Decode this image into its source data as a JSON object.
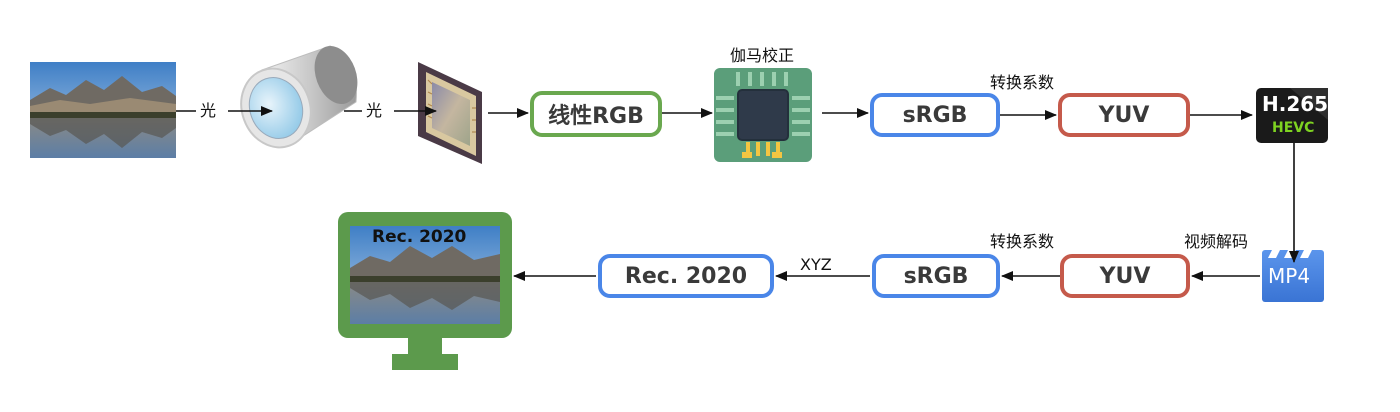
{
  "nodes": {
    "linear_rgb": "线性RGB",
    "srgb_top": "sRGB",
    "yuv_top": "YUV",
    "hevc_title": "H.265",
    "hevc_sub": "HEVC",
    "mp4": "MP4",
    "yuv_bottom": "YUV",
    "srgb_bottom": "sRGB",
    "rec2020_box": "Rec. 2020",
    "monitor_caption": "Rec. 2020"
  },
  "labels": {
    "light_1": "光",
    "light_2": "光",
    "gamma": "伽马校正",
    "convert_top": "转换系数",
    "decode": "视频解码",
    "convert_bottom": "转换系数",
    "xyz": "XYZ"
  },
  "icons": {
    "photo": "landscape-photo-icon",
    "lens": "camera-lens-icon",
    "sensor": "image-sensor-icon",
    "chip": "isp-chip-icon",
    "hevc": "hevc-codec-icon",
    "mp4": "mp4-file-icon",
    "monitor": "monitor-icon"
  },
  "colors": {
    "green": "#6aa84f",
    "blue": "#4a86e8",
    "red": "#c55a4b",
    "chip_green": "#5b9e7a",
    "monitor_green": "#5c9a4c",
    "mp4_blue": "#4a86e8"
  }
}
